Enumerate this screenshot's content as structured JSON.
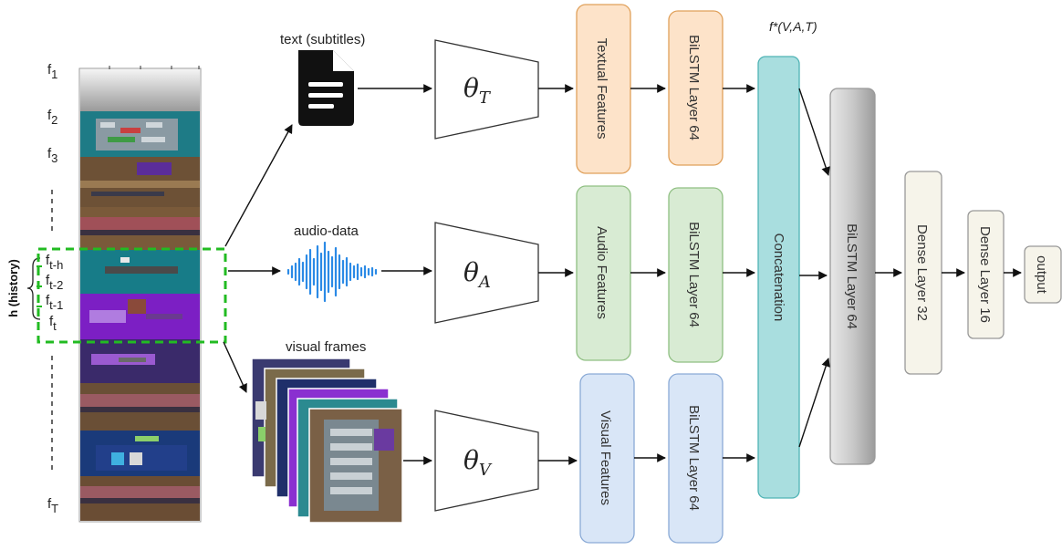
{
  "inputs": {
    "text_label": "text (subtitles)",
    "audio_label": "audio-data",
    "visual_label": "visual frames"
  },
  "encoders": {
    "text": {
      "symbol": "θ",
      "sub": "T"
    },
    "audio": {
      "symbol": "θ",
      "sub": "A"
    },
    "visual": {
      "symbol": "θ",
      "sub": "V"
    }
  },
  "features": {
    "textual": "Textual Features",
    "audio": "Audio Features",
    "visual": "Visual Features"
  },
  "bilstm": {
    "textual": "BiLSTM Layer 64",
    "audio": "BiLSTM Layer 64",
    "visual": "BiLSTM Layer 64"
  },
  "fusion": {
    "function_label": "f*(V,A,T)",
    "concat": "Concatenation"
  },
  "head": {
    "bilstm": "BiLSTM Layer  64",
    "dense32": "Dense Layer 32",
    "dense16": "Dense Layer 16",
    "output": "output"
  },
  "filmstrip": {
    "history_label": "h (history)",
    "frames": [
      {
        "base": "f",
        "sub": "1"
      },
      {
        "base": "f",
        "sub": "2"
      },
      {
        "base": "f",
        "sub": "3"
      },
      {
        "base": "f",
        "sub": "t-h"
      },
      {
        "base": "f",
        "sub": "t-2"
      },
      {
        "base": "f",
        "sub": "t-1"
      },
      {
        "base": "f",
        "sub": "t"
      },
      {
        "base": "f",
        "sub": "T"
      }
    ]
  },
  "colors": {
    "textual_fill": "#fde3c9",
    "textual_stroke": "#e0a05a",
    "audio_fill": "#d8ebd3",
    "audio_stroke": "#8fbf82",
    "visual_fill": "#d9e6f7",
    "visual_stroke": "#8aaad6",
    "bilstm_text_fill": "#fde3c9",
    "bilstm_text_stroke": "#e0a05a",
    "bilstm_audio_fill": "#d8ebd3",
    "bilstm_audio_stroke": "#8fbf82",
    "bilstm_visual_fill": "#d9e6f7",
    "bilstm_visual_stroke": "#8aaad6",
    "concat_fill": "#a9dedf",
    "concat_stroke": "#4fb3b5",
    "history_box": "#22bb22",
    "audio_wave": "#2b8ae6"
  }
}
